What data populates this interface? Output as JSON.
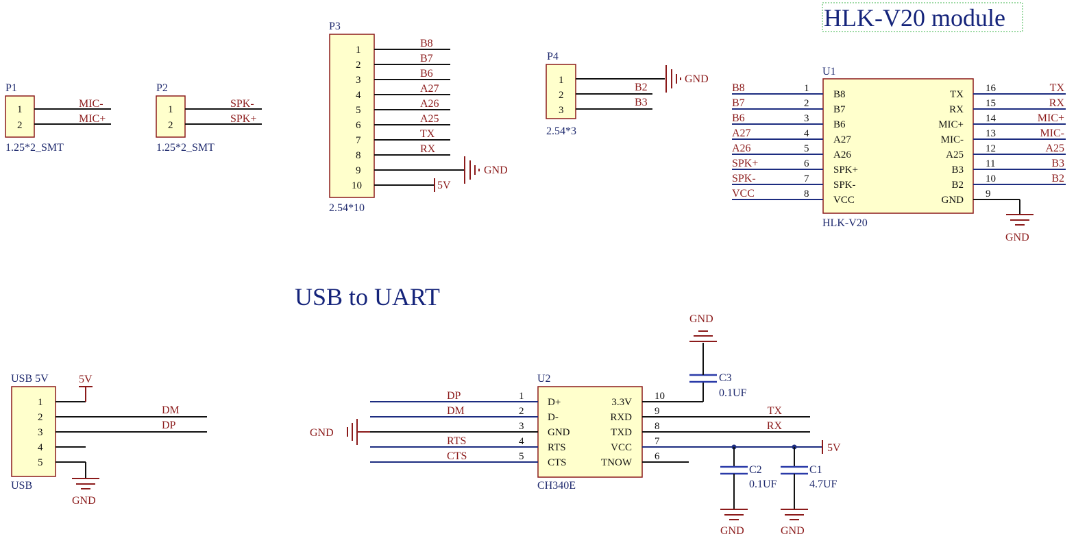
{
  "titles": {
    "module": "HLK-V20 module",
    "usb": "USB to UART"
  },
  "p1": {
    "ref": "P1",
    "footprint": "1.25*2_SMT",
    "pins": [
      "1",
      "2"
    ],
    "nets": [
      "MIC-",
      "MIC+"
    ]
  },
  "p2": {
    "ref": "P2",
    "footprint": "1.25*2_SMT",
    "pins": [
      "1",
      "2"
    ],
    "nets": [
      "SPK-",
      "SPK+"
    ]
  },
  "p3": {
    "ref": "P3",
    "footprint": "2.54*10",
    "pins": [
      "1",
      "2",
      "3",
      "4",
      "5",
      "6",
      "7",
      "8",
      "9",
      "10"
    ],
    "nets": [
      "B8",
      "B7",
      "B6",
      "A27",
      "A26",
      "A25",
      "TX",
      "RX",
      "GND",
      "5V"
    ]
  },
  "p4": {
    "ref": "P4",
    "footprint": "2.54*3",
    "pins": [
      "1",
      "2",
      "3"
    ],
    "nets": [
      "GND",
      "B2",
      "B3"
    ]
  },
  "u1": {
    "ref": "U1",
    "value": "HLK-V20",
    "left": [
      {
        "net": "B8",
        "num": "1",
        "name": "B8"
      },
      {
        "net": "B7",
        "num": "2",
        "name": "B7"
      },
      {
        "net": "B6",
        "num": "3",
        "name": "B6"
      },
      {
        "net": "A27",
        "num": "4",
        "name": "A27"
      },
      {
        "net": "A26",
        "num": "5",
        "name": "A26"
      },
      {
        "net": "SPK+",
        "num": "6",
        "name": "SPK+"
      },
      {
        "net": "SPK-",
        "num": "7",
        "name": "SPK-"
      },
      {
        "net": "VCC",
        "num": "8",
        "name": "VCC"
      }
    ],
    "right": [
      {
        "net": "TX",
        "num": "16",
        "name": "TX"
      },
      {
        "net": "RX",
        "num": "15",
        "name": "RX"
      },
      {
        "net": "MIC+",
        "num": "14",
        "name": "MIC+"
      },
      {
        "net": "MIC-",
        "num": "13",
        "name": "MIC-"
      },
      {
        "net": "A25",
        "num": "12",
        "name": "A25"
      },
      {
        "net": "B3",
        "num": "11",
        "name": "B3"
      },
      {
        "net": "B2",
        "num": "10",
        "name": "B2"
      },
      {
        "net": "",
        "num": "9",
        "name": "GND"
      }
    ],
    "gnd": "GND"
  },
  "usb": {
    "ref": "USB 5V",
    "value": "USB",
    "pins": [
      "1",
      "2",
      "3",
      "4",
      "5"
    ],
    "nets": [
      "DM",
      "DP"
    ],
    "pwr": "5V",
    "gnd": "GND"
  },
  "u2": {
    "ref": "U2",
    "value": "CH340E",
    "left": [
      {
        "net": "DP",
        "num": "1",
        "name": "D+"
      },
      {
        "net": "DM",
        "num": "2",
        "name": "D-"
      },
      {
        "net": "",
        "num": "3",
        "name": "GND"
      },
      {
        "net": "RTS",
        "num": "4",
        "name": "RTS"
      },
      {
        "net": "CTS",
        "num": "5",
        "name": "CTS"
      }
    ],
    "right": [
      {
        "net": "",
        "num": "10",
        "name": "3.3V"
      },
      {
        "net": "TX",
        "num": "9",
        "name": "RXD"
      },
      {
        "net": "RX",
        "num": "8",
        "name": "TXD"
      },
      {
        "net": "",
        "num": "7",
        "name": "VCC"
      },
      {
        "net": "",
        "num": "6",
        "name": "TNOW"
      }
    ],
    "gnd": "GND",
    "pwr": "5V"
  },
  "caps": {
    "c3": {
      "ref": "C3",
      "value": "0.1UF",
      "gnd": "GND"
    },
    "c2": {
      "ref": "C2",
      "value": "0.1UF",
      "gnd": "GND"
    },
    "c1": {
      "ref": "C1",
      "value": "4.7UF",
      "gnd": "GND"
    }
  },
  "symbols": {
    "gnd": "GND",
    "p5v": "5V"
  },
  "colors": {
    "body_fill": "#ffffcc",
    "body_stroke": "#8b1a1a",
    "net_label": "#8b1a1a",
    "designator": "#1f2a6e",
    "title": "#14237a",
    "wire": "#111111",
    "bus": "#1c2c80"
  }
}
